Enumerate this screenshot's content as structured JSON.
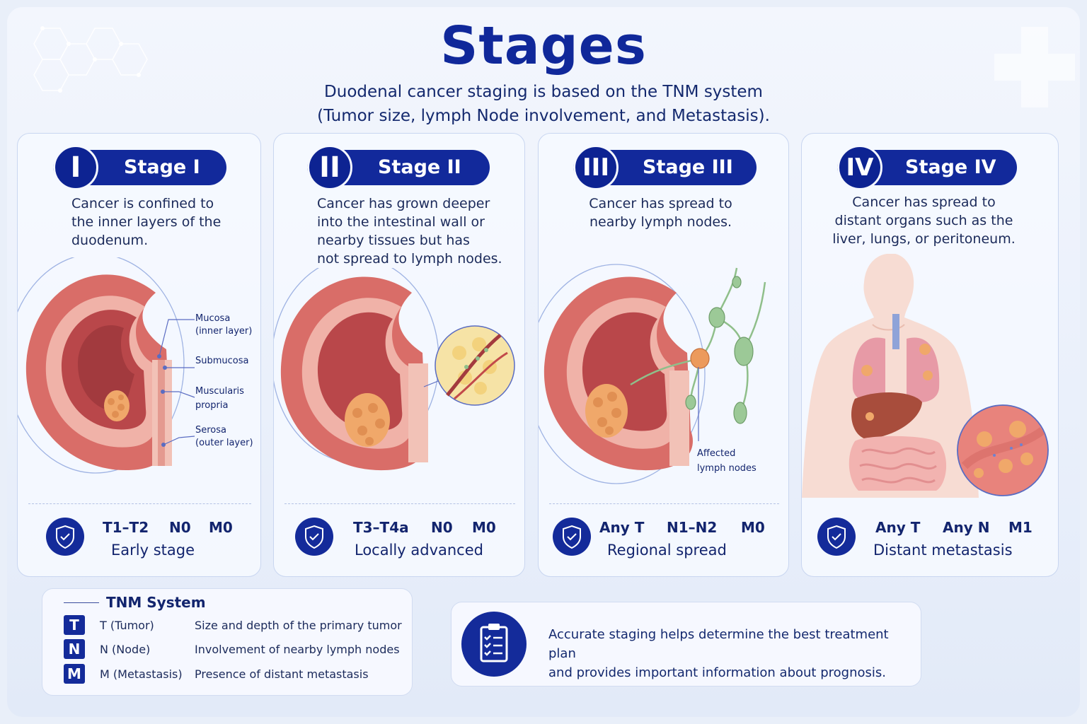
{
  "page": {
    "title": "Stages",
    "subtitle_line1": "Duodenal cancer staging is based on the TNM system",
    "subtitle_line2": "(Tumor size, lymph Node involvement, and Metastasis)."
  },
  "colors": {
    "brand_navy": "#12299b",
    "text_navy": "#13256e",
    "tissue_pink": "#e8837c",
    "tumor_orange": "#f0a86a",
    "lymph_green": "#8fbf8a"
  },
  "stages": [
    {
      "roman": "I",
      "name": "Stage I",
      "desc_lines": [
        "Cancer is confined to",
        "the inner layers of the",
        "duodenum."
      ],
      "tnm": [
        "T1–T2",
        "N0",
        "M0"
      ],
      "category": "Early stage",
      "icon": "shield-check-icon",
      "layer_labels": [
        {
          "line1": "Mucosa",
          "line2": "(inner layer)"
        },
        {
          "line1": "Submucosa",
          "line2": ""
        },
        {
          "line1": "Muscularis",
          "line2": "propria"
        },
        {
          "line1": "Serosa",
          "line2": "(outer layer)"
        }
      ]
    },
    {
      "roman": "II",
      "name": "Stage II",
      "desc_lines": [
        "Cancer has grown deeper",
        "into the intestinal wall or",
        "nearby tissues but has",
        "not spread to lymph nodes."
      ],
      "tnm": [
        "T3–T4a",
        "N0",
        "M0"
      ],
      "category": "Locally advanced",
      "icon": "shield-check-icon"
    },
    {
      "roman": "III",
      "name": "Stage III",
      "desc_lines": [
        "Cancer has spread to",
        "nearby lymph nodes."
      ],
      "tnm": [
        "Any T",
        "N1–N2",
        "M0"
      ],
      "category": "Regional spread",
      "icon": "shield-check-icon",
      "node_label_line1": "Affected",
      "node_label_line2": "lymph nodes"
    },
    {
      "roman": "IV",
      "name": "Stage IV",
      "desc_lines": [
        "Cancer has spread to",
        "distant organs such as the",
        "liver, lungs, or peritoneum."
      ],
      "tnm": [
        "Any T",
        "Any N",
        "M1"
      ],
      "category": "Distant metastasis",
      "icon": "shield-check-icon"
    }
  ],
  "tnm_system": {
    "heading": "TNM System",
    "rows": [
      {
        "letter": "T",
        "term": "T (Tumor)",
        "definition": "Size and depth of the primary tumor"
      },
      {
        "letter": "N",
        "term": "N (Node)",
        "definition": "Involvement of nearby lymph nodes"
      },
      {
        "letter": "M",
        "term": "M (Metastasis)",
        "definition": "Presence of distant metastasis"
      }
    ]
  },
  "note": {
    "icon": "clipboard-checklist-icon",
    "line1": "Accurate staging helps determine the best treatment plan",
    "line2": "and provides important information about prognosis."
  }
}
